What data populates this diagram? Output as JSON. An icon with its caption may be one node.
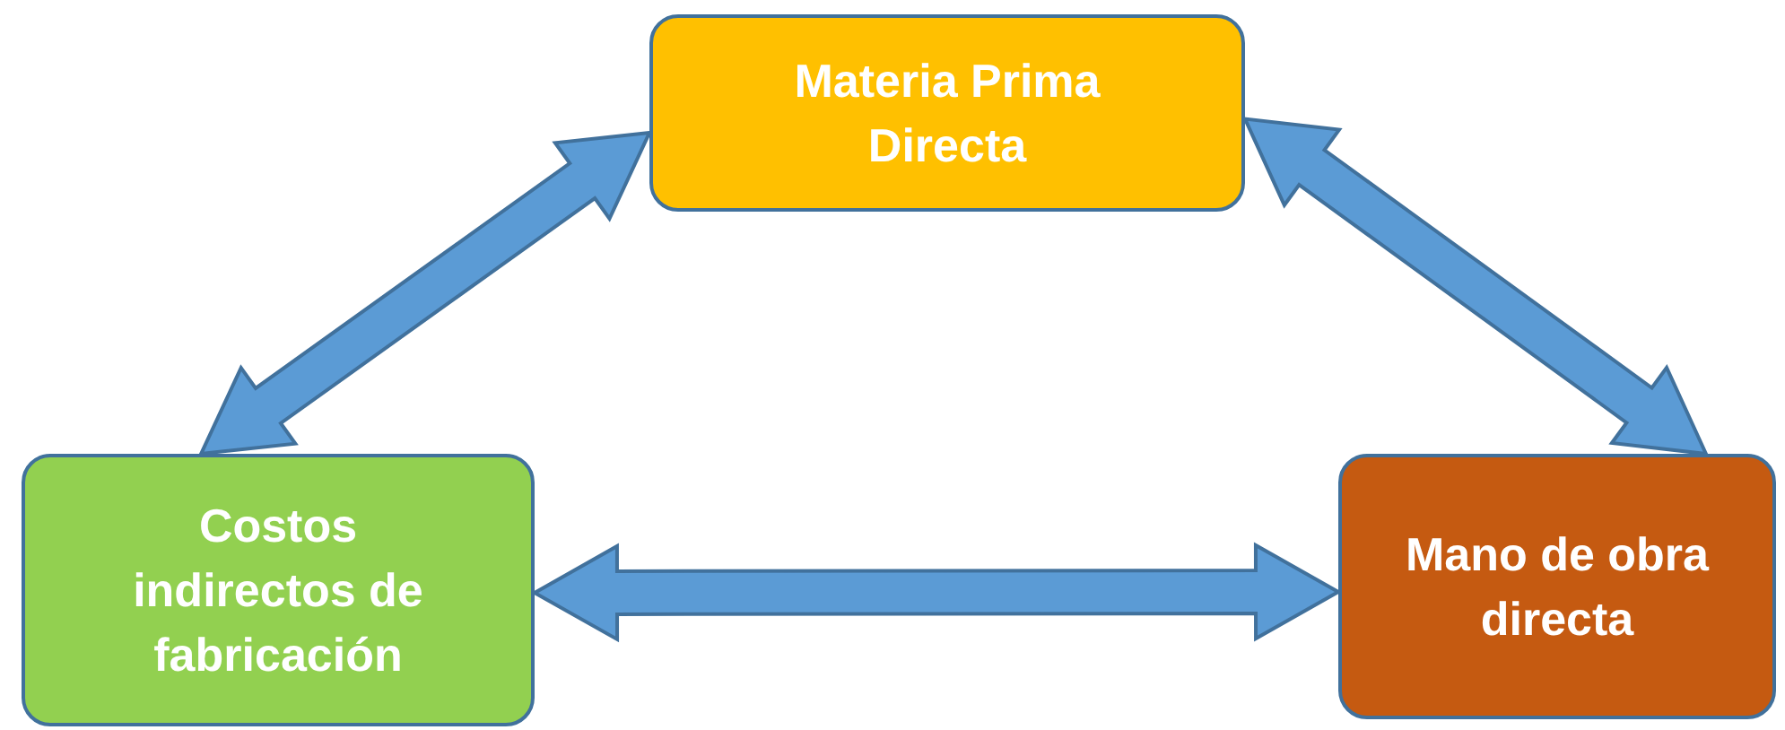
{
  "diagram": {
    "nodes": [
      {
        "text": [
          "Materia Prima Directa"
        ]
      },
      {
        "text": [
          "Costos indirectos de fabricación"
        ]
      },
      {
        "text": [
          "Mano de obra directa"
        ]
      }
    ],
    "edges": [
      {
        "from": 0,
        "to": 1,
        "arrow": "both"
      },
      {
        "from": 0,
        "to": 2,
        "arrow": "both"
      },
      {
        "from": 1,
        "to": 2,
        "arrow": "both"
      }
    ]
  }
}
